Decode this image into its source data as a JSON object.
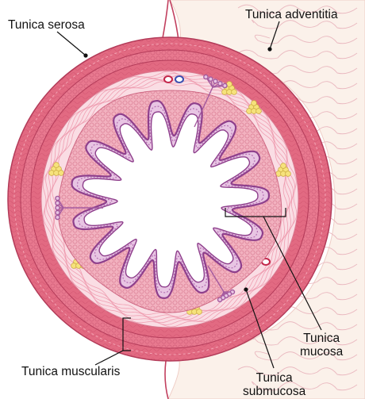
{
  "labels": {
    "serosa": "Tunica serosa",
    "adventitia": "Tunica adventitia",
    "mucosa_line1": "Tunica",
    "mucosa_line2": "mucosa",
    "muscularis": "Tunica muscularis",
    "submucosa_line1": "Tunica",
    "submucosa_line2": "submucosa"
  },
  "colors": {
    "muscle_outer": "#e66f86",
    "muscle_inner": "#ec8da0",
    "submucosa": "#f9dbe2",
    "mucosa_band": "#f2b3c0",
    "epithelium": "#b46fb0",
    "villus_fill": "#e7c3e2",
    "fat": "#f5e07a",
    "adventitia": "#fbeee7",
    "lumen": "#ffffff"
  }
}
